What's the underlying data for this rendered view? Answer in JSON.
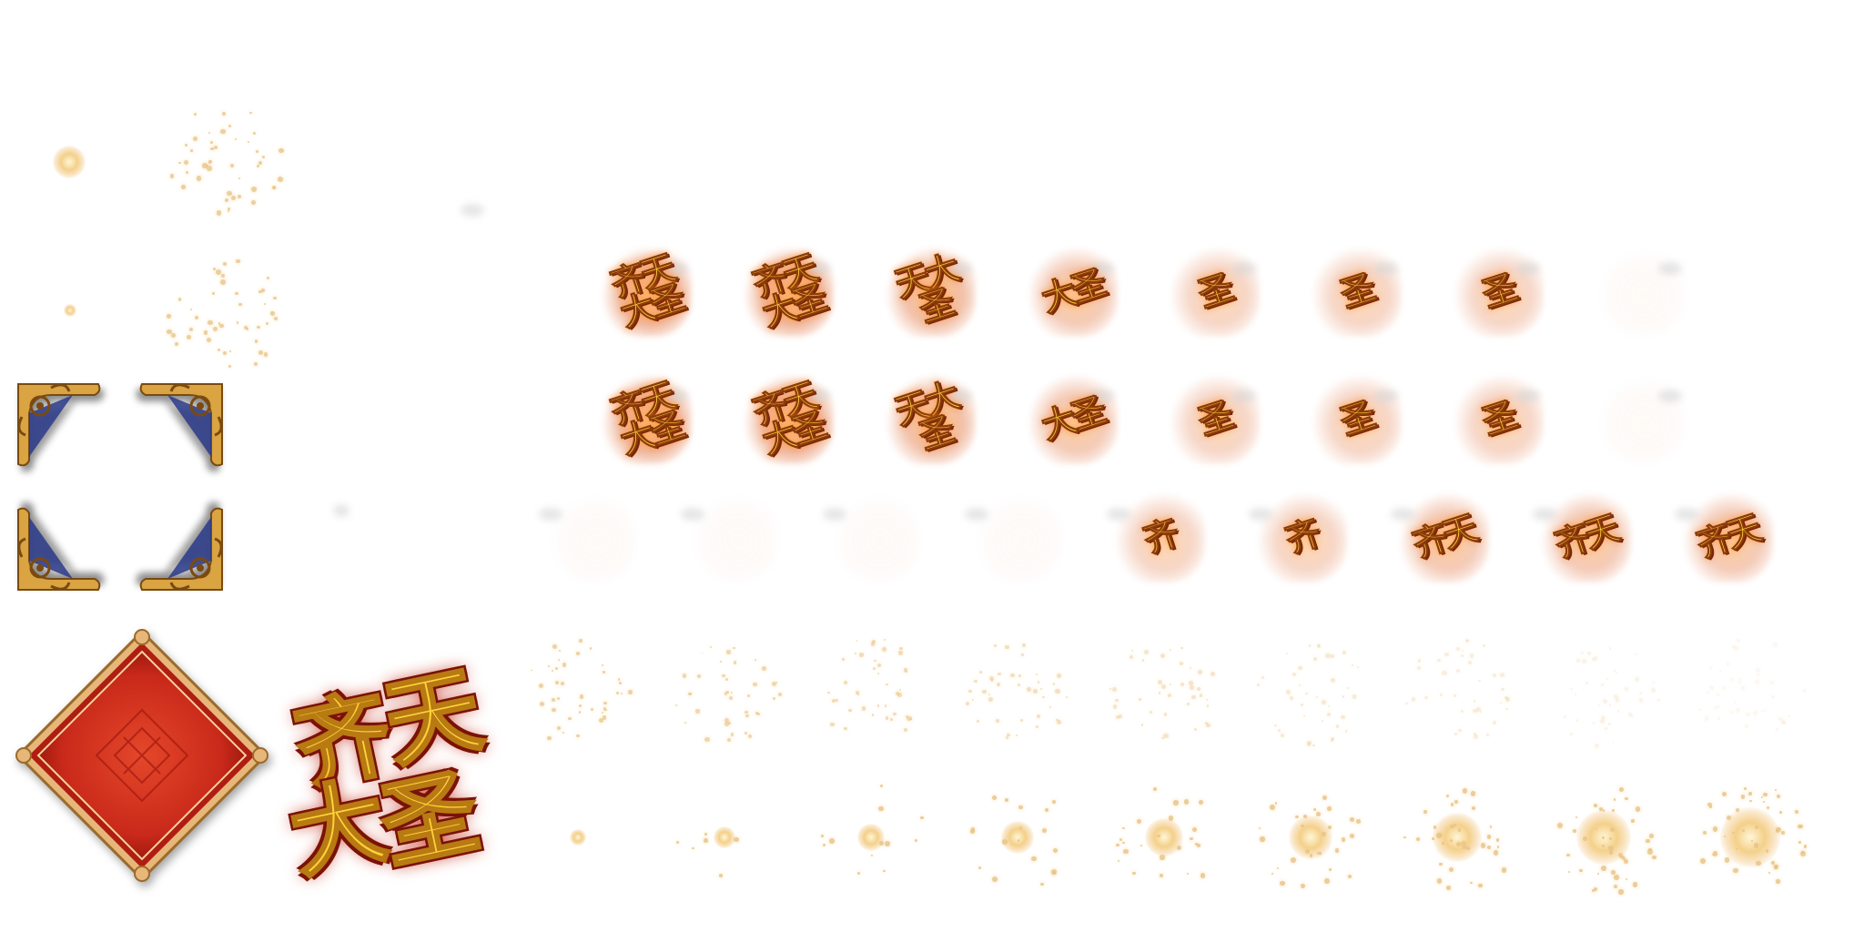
{
  "sprite_sheet": {
    "logo": {
      "char_1": "齐",
      "char_2": "天",
      "char_3": "大",
      "char_4": "圣"
    },
    "frame_row_1": [
      "齐天大圣",
      "齐天大圣",
      "天大圣",
      "大圣",
      "圣",
      "圣",
      "圣",
      ""
    ],
    "frame_row_2": [
      "齐天大圣",
      "齐天大圣",
      "天大圣",
      "大圣",
      "圣",
      "圣",
      "圣",
      ""
    ],
    "frame_row_3": [
      "",
      "",
      "",
      "",
      "齐",
      "齐",
      "齐天",
      "齐天",
      "齐天"
    ],
    "colors": {
      "gold": "#ffd23a",
      "plaque_red": "#c9291a",
      "ornament_gold": "#d9a441",
      "ornament_blue": "#2a3a8a",
      "spark": "#e9c487"
    }
  }
}
